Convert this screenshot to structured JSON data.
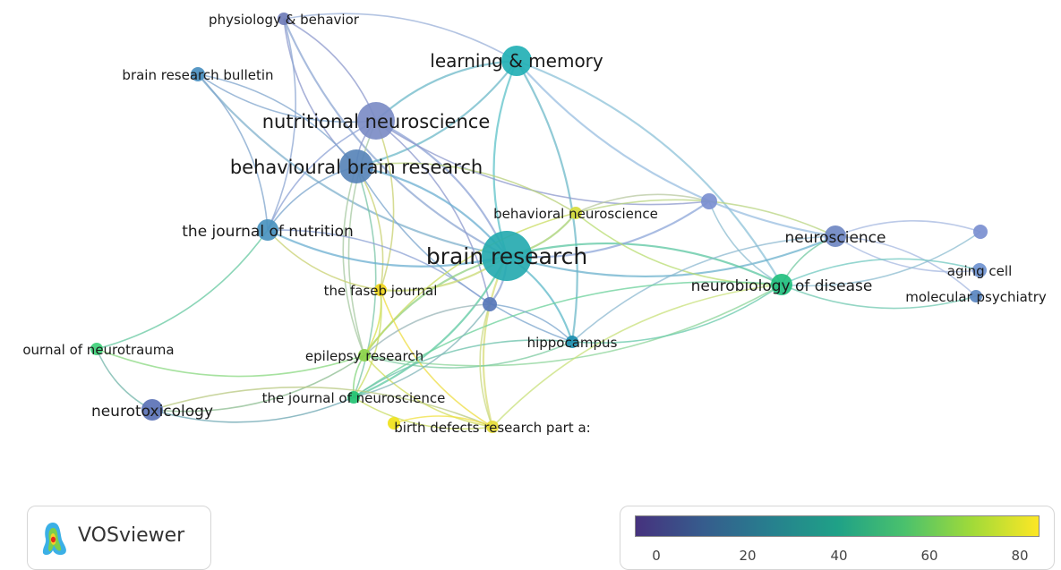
{
  "nodes": [
    {
      "id": "phys",
      "label": "physiology & behavior",
      "color": "#6f7cb8"
    },
    {
      "id": "lm",
      "label": "learning & memory",
      "color": "#23b0b5"
    },
    {
      "id": "brb",
      "label": "brain research bulletin",
      "color": "#4a8fc0"
    },
    {
      "id": "nn",
      "label": "nutritional neuroscience",
      "color": "#7c8cc6"
    },
    {
      "id": "bbr",
      "label": "behavioural brain research",
      "color": "#5884b8"
    },
    {
      "id": "bn",
      "label": "behavioral neuroscience",
      "color": "#d6dc3c"
    },
    {
      "id": "jn",
      "label": "the journal of nutrition",
      "color": "#4a92bf"
    },
    {
      "id": "br",
      "label": "brain research",
      "color": "#26aab0"
    },
    {
      "id": "ns",
      "label": "neuroscience",
      "color": "#6f87c2"
    },
    {
      "id": "u1",
      "label": "",
      "color": "#7b8fd0"
    },
    {
      "id": "u2",
      "label": "",
      "color": "#7b8fd0"
    },
    {
      "id": "ac",
      "label": "aging cell",
      "color": "#6f93d0"
    },
    {
      "id": "nod",
      "label": "neurobiology of disease",
      "color": "#22bf7e"
    },
    {
      "id": "mp",
      "label": "molecular psychiatry",
      "color": "#5a86c0"
    },
    {
      "id": "fj",
      "label": "the faseb journal",
      "color": "#f0d61a"
    },
    {
      "id": "u3",
      "label": "",
      "color": "#5777b8"
    },
    {
      "id": "hip",
      "label": "hippocampus",
      "color": "#1d8fb0"
    },
    {
      "id": "jnt",
      "label": "ournal of neurotrauma",
      "color": "#3fd07a"
    },
    {
      "id": "er",
      "label": "epilepsy research",
      "color": "#8bd34a"
    },
    {
      "id": "jon",
      "label": "the journal of neuroscience",
      "color": "#22c272"
    },
    {
      "id": "ntx",
      "label": "neurotoxicology",
      "color": "#5b72b6"
    },
    {
      "id": "bdr1",
      "label": "",
      "color": "#f0e21a"
    },
    {
      "id": "bdr",
      "label": "birth defects research part a:",
      "color": "#e6dc3a"
    }
  ],
  "edges": [
    [
      "phys",
      "nn",
      "#8c98cc"
    ],
    [
      "phys",
      "bbr",
      "#8c98cc"
    ],
    [
      "phys",
      "lm",
      "#9ab0d8"
    ],
    [
      "phys",
      "br",
      "#8ca6d2"
    ],
    [
      "phys",
      "jn",
      "#8ca6d2"
    ],
    [
      "brb",
      "nn",
      "#7fa4cc"
    ],
    [
      "brb",
      "bbr",
      "#7fa4cc"
    ],
    [
      "brb",
      "br",
      "#7fb0cc"
    ],
    [
      "brb",
      "jn",
      "#7fa4cc"
    ],
    [
      "lm",
      "nn",
      "#6cb8c8"
    ],
    [
      "lm",
      "bbr",
      "#6cb8c8"
    ],
    [
      "lm",
      "br",
      "#5cc2c8"
    ],
    [
      "lm",
      "nod",
      "#8cc2d8"
    ],
    [
      "lm",
      "ns",
      "#98bde0"
    ],
    [
      "lm",
      "hip",
      "#6cb8c8"
    ],
    [
      "nn",
      "bbr",
      "#8c98cc"
    ],
    [
      "nn",
      "br",
      "#8ca2d4"
    ],
    [
      "nn",
      "jn",
      "#8ca2d4"
    ],
    [
      "nn",
      "fj",
      "#c8d070"
    ],
    [
      "nn",
      "er",
      "#a6c8a0"
    ],
    [
      "nn",
      "u3",
      "#8c98cc"
    ],
    [
      "nn",
      "u1",
      "#8c98cc"
    ],
    [
      "bbr",
      "br",
      "#6aaed0"
    ],
    [
      "bbr",
      "jn",
      "#7aa4cc"
    ],
    [
      "bbr",
      "fj",
      "#c8d070"
    ],
    [
      "bbr",
      "er",
      "#a6c8a0"
    ],
    [
      "bbr",
      "jon",
      "#78c4a6"
    ],
    [
      "bbr",
      "hip",
      "#7aa4cc"
    ],
    [
      "bbr",
      "bn",
      "#b8d07a"
    ],
    [
      "jn",
      "br",
      "#6aaed0"
    ],
    [
      "jn",
      "jnt",
      "#66c8a0"
    ],
    [
      "jn",
      "fj",
      "#c8d070"
    ],
    [
      "jn",
      "u3",
      "#8ca2d4"
    ],
    [
      "br",
      "ns",
      "#6ab0cc"
    ],
    [
      "br",
      "nod",
      "#5ac6a0"
    ],
    [
      "br",
      "bn",
      "#a6d070"
    ],
    [
      "br",
      "hip",
      "#5cb8c8"
    ],
    [
      "br",
      "er",
      "#90d080"
    ],
    [
      "br",
      "jon",
      "#5cc8a0"
    ],
    [
      "br",
      "u1",
      "#8ca6d8"
    ],
    [
      "br",
      "fj",
      "#c8d870"
    ],
    [
      "br",
      "bdr",
      "#d8dc7a"
    ],
    [
      "br",
      "u3",
      "#8ca2d4"
    ],
    [
      "bn",
      "nod",
      "#b8dc70"
    ],
    [
      "bn",
      "ns",
      "#b8d480"
    ],
    [
      "bn",
      "er",
      "#cadc60"
    ],
    [
      "bn",
      "u1",
      "#b8c8a0"
    ],
    [
      "ns",
      "nod",
      "#70c8a0"
    ],
    [
      "ns",
      "u2",
      "#a6b8e0"
    ],
    [
      "ns",
      "ac",
      "#a6b8e0"
    ],
    [
      "ns",
      "mp",
      "#a6b8e0"
    ],
    [
      "ns",
      "hip",
      "#8cb8d0"
    ],
    [
      "nod",
      "ac",
      "#70c8c0"
    ],
    [
      "nod",
      "mp",
      "#70c8b0"
    ],
    [
      "nod",
      "er",
      "#8cd49a"
    ],
    [
      "nod",
      "jon",
      "#6ad09a"
    ],
    [
      "nod",
      "hip",
      "#66c8aa"
    ],
    [
      "nod",
      "bdr",
      "#c8e07a"
    ],
    [
      "nod",
      "u1",
      "#8cbcd0"
    ],
    [
      "nod",
      "u2",
      "#8cbcd0"
    ],
    [
      "fj",
      "er",
      "#d8e04c"
    ],
    [
      "fj",
      "bdr",
      "#eedc40"
    ],
    [
      "fj",
      "jon",
      "#c8dc60"
    ],
    [
      "er",
      "jon",
      "#80d47a"
    ],
    [
      "er",
      "jnt",
      "#8ad880"
    ],
    [
      "er",
      "hip",
      "#7ccba0"
    ],
    [
      "er",
      "u3",
      "#9ab6b8"
    ],
    [
      "er",
      "bdr",
      "#d0dc5a"
    ],
    [
      "jon",
      "ntx",
      "#6aa4b0"
    ],
    [
      "jon",
      "bdr",
      "#c8dc60"
    ],
    [
      "jon",
      "hip",
      "#6ac0aa"
    ],
    [
      "jon",
      "u3",
      "#80b4b8"
    ],
    [
      "ntx",
      "jnt",
      "#70b4a8"
    ],
    [
      "ntx",
      "er",
      "#8cbc90"
    ],
    [
      "ntx",
      "bdr",
      "#b8c880"
    ],
    [
      "hip",
      "u3",
      "#7aa4cc"
    ],
    [
      "bdr1",
      "bdr",
      "#f0e040"
    ],
    [
      "u3",
      "bdr",
      "#c8d880"
    ]
  ],
  "legend": {
    "ticks": [
      "0",
      "20",
      "40",
      "60",
      "80"
    ],
    "gradient": [
      "#46327e",
      "#365c8d",
      "#277f8e",
      "#1fa187",
      "#4ac16d",
      "#a0da39",
      "#fde725"
    ]
  },
  "logo": {
    "text": "VOSviewer",
    "icon": "vosviewer-logo-icon"
  }
}
